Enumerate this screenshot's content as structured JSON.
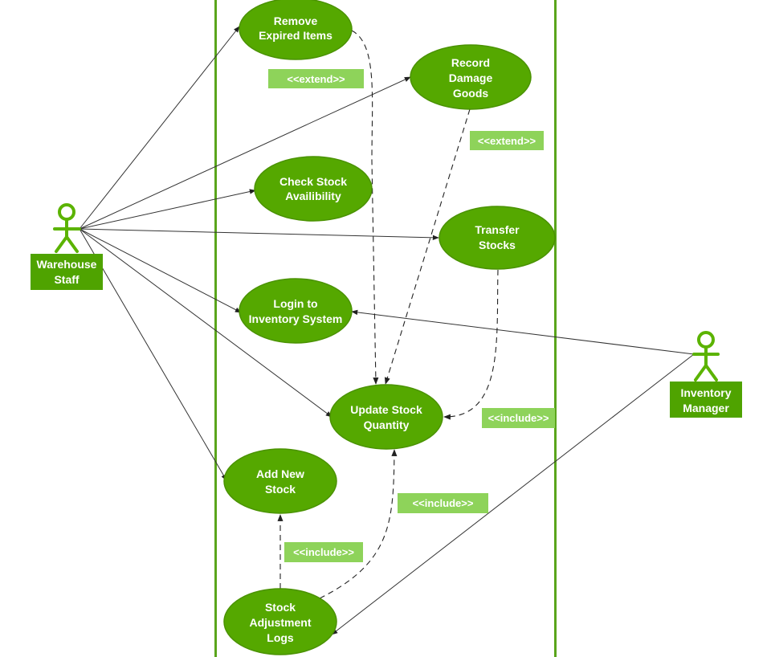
{
  "colors": {
    "usecase_fill": "#55a800",
    "usecase_stroke": "#4a9200",
    "note_fill": "#8ed35a",
    "actor_color": "#5bb300",
    "actor_box": "#4fa300",
    "boundary": "#5aa51c",
    "line": "#333333"
  },
  "actors": {
    "warehouse_staff": {
      "lines": [
        "Warehouse",
        "Staff"
      ]
    },
    "inventory_manager": {
      "lines": [
        "Inventory",
        "Manager"
      ]
    }
  },
  "use_cases": {
    "remove_expired": {
      "lines": [
        "Remove",
        "Expired Items"
      ]
    },
    "record_damage": {
      "lines": [
        "Record",
        "Damage",
        "Goods"
      ]
    },
    "check_stock": {
      "lines": [
        "Check Stock",
        "Availibility"
      ]
    },
    "transfer_stocks": {
      "lines": [
        "Transfer",
        "Stocks"
      ]
    },
    "login": {
      "lines": [
        "Login to",
        "Inventory System"
      ]
    },
    "update_stock": {
      "lines": [
        "Update Stock",
        "Quantity"
      ]
    },
    "add_stock": {
      "lines": [
        "Add New",
        "Stock"
      ]
    },
    "adjustment_logs": {
      "lines": [
        "Stock",
        "Adjustment",
        "Logs"
      ]
    }
  },
  "relations": {
    "extend_1": "<<extend>>",
    "extend_2": "<<extend>>",
    "include_1": "<<include>>",
    "include_2": "<<include>>",
    "include_3": "<<include>>"
  }
}
